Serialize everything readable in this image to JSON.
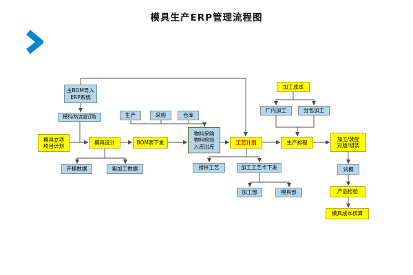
{
  "title": "模具生产ERP管理流程图",
  "colors": {
    "node_yellow": "#FFFF00",
    "node_blue": "#B5D6E8",
    "process_plan_text": "#FF0000",
    "chevron": "#0A86C9",
    "connector": "#4D4D4D"
  },
  "nodes": {
    "bom_import": {
      "lines": [
        "主BOM导入",
        "ERP系统"
      ]
    },
    "material_order": {
      "lines": [
        "模料/热流道订购"
      ]
    },
    "production": {
      "lines": [
        "生产"
      ]
    },
    "purchasing": {
      "lines": [
        "采购"
      ]
    },
    "warehouse": {
      "lines": [
        "仓库"
      ]
    },
    "processing_cost": {
      "lines": [
        "加工成本"
      ]
    },
    "inhouse_processing": {
      "lines": [
        "厂内加工"
      ]
    },
    "outsourced_processing": {
      "lines": [
        "分包加工"
      ]
    },
    "project_initiation": {
      "lines": [
        "模具立项",
        "项目计划"
      ]
    },
    "mold_design": {
      "lines": [
        "模具设计"
      ]
    },
    "bom_release": {
      "lines": [
        "BOM表下发"
      ]
    },
    "material_flow": {
      "lines": [
        "物料采购",
        "物料检验",
        "入库出库"
      ]
    },
    "process_plan": {
      "lines": [
        "工艺计划"
      ]
    },
    "production_schedule": {
      "lines": [
        "生产排程"
      ]
    },
    "assembly": {
      "lines": [
        "加工/装配",
        "对版/组装"
      ]
    },
    "mold_open_data": {
      "lines": [
        "开模数据"
      ]
    },
    "rough_machining_data": {
      "lines": [
        "粗加工数据"
      ]
    },
    "layout_process": {
      "lines": [
        "排样工艺"
      ]
    },
    "process_card_release": {
      "lines": [
        "加工工艺卡下发"
      ]
    },
    "processing_dept": {
      "lines": [
        "加工部"
      ]
    },
    "mold_dept": {
      "lines": [
        "模具部"
      ]
    },
    "trial_mold": {
      "lines": [
        "试模"
      ]
    },
    "product_inspection": {
      "lines": [
        "产品检验"
      ]
    },
    "mold_cost_accounting": {
      "lines": [
        "模具成本核算"
      ]
    }
  }
}
